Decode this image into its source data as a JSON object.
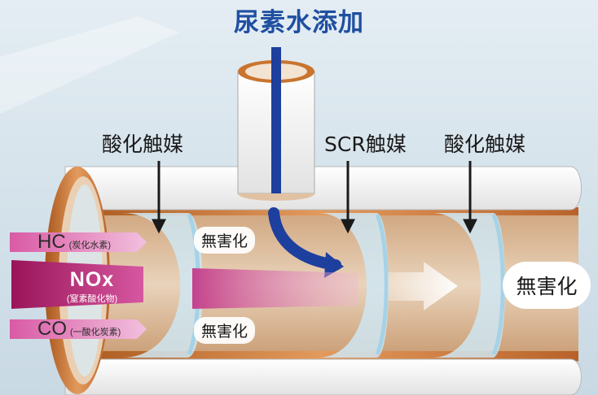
{
  "title": "尿素水添加",
  "catalysts": {
    "oxidation_1": "酸化触媒",
    "scr": "SCR触媒",
    "oxidation_2": "酸化触媒"
  },
  "harmless_label": "無害化",
  "output_label": "無害化",
  "gases": {
    "hc": {
      "symbol": "HC",
      "name": "(炭化水素)"
    },
    "nox": {
      "symbol": "NOx",
      "name": "(窒素酸化物)"
    },
    "co": {
      "symbol": "CO",
      "name": "(一酸化炭素)"
    }
  },
  "colors": {
    "title": "#1f4fa0",
    "pipe_copper": "#c9742f",
    "catalyst_blue": "#cfe6f2",
    "nox_magenta": "#b5256e",
    "gas_pink": "#e07ab5",
    "urea_blue": "#1d3f9e"
  }
}
